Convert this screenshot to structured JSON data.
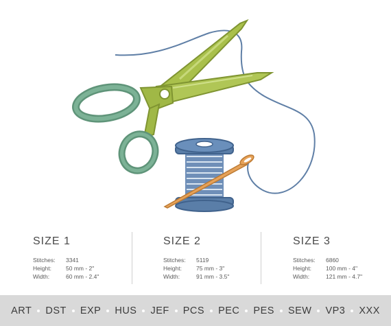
{
  "sizes": [
    {
      "title": "SIZE 1",
      "stitches_label": "Stitches:",
      "stitches": "3341",
      "height_label": "Height:",
      "height": "50 mm - 2\"",
      "width_label": "Width:",
      "width": "60 mm - 2.4\""
    },
    {
      "title": "SIZE 2",
      "stitches_label": "Stitches:",
      "stitches": "5119",
      "height_label": "Height:",
      "height": "75 mm - 3\"",
      "width_label": "Width:",
      "width": "91 mm - 3.5\""
    },
    {
      "title": "SIZE 3",
      "stitches_label": "Stitches:",
      "stitches": "6860",
      "height_label": "Height:",
      "height": "100 mm - 4\"",
      "width_label": "Width:",
      "width": "121 mm - 4.7\""
    }
  ],
  "formats": [
    "ART",
    "DST",
    "EXP",
    "HUS",
    "JEF",
    "PCS",
    "PEC",
    "PES",
    "SEW",
    "VP3",
    "XXX"
  ],
  "colors": {
    "scissor_blade": "#a8bf4a",
    "scissor_handle": "#6fa489",
    "spool_thread": "#5a7ea8",
    "needle": "#e09a4c",
    "format_bar": "#d9d9d9"
  }
}
